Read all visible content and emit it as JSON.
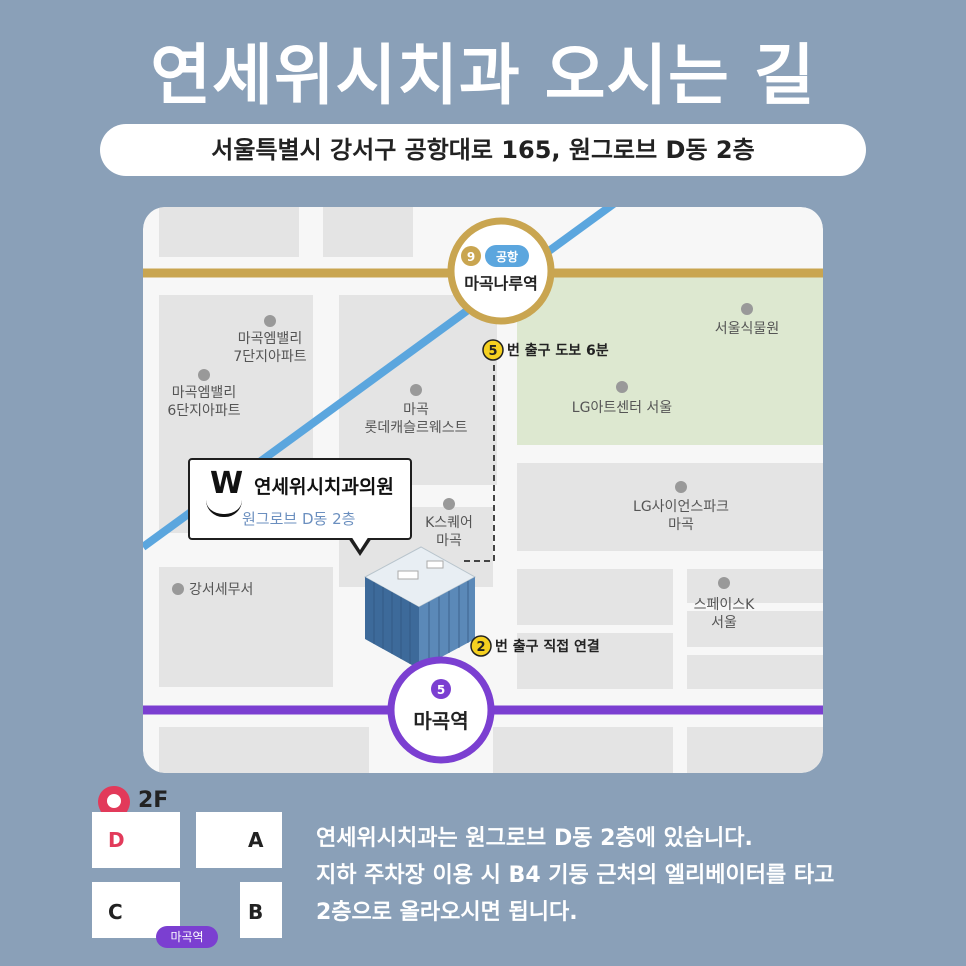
{
  "title": "연세위시치과 오시는 길",
  "address": "서울특별시 강서구 공항대로 165, 원그로브 D동 2층",
  "colors": {
    "background": "#8aa0b8",
    "line9": "#c9a550",
    "line5": "#7b3fd1",
    "airport_line": "#5ba6de",
    "park": "#dde8d0"
  },
  "map": {
    "station_top": {
      "line_number": "9",
      "line_tag": "공항",
      "name": "마곡나루역"
    },
    "station_bottom": {
      "line_number": "5",
      "name": "마곡역"
    },
    "exit5_label": "번 출구 도보 6분",
    "exit5_number": "5",
    "exit2_label": "번 출구 직접 연결",
    "exit2_number": "2",
    "landmarks": [
      {
        "lines": [
          "마곡엠밸리",
          "7단지아파트"
        ]
      },
      {
        "lines": [
          "마곡엠밸리",
          "6단지아파트"
        ]
      },
      {
        "lines": [
          "마곡",
          "롯데캐슬르웨스트"
        ]
      },
      {
        "lines": [
          "서울식물원"
        ]
      },
      {
        "lines": [
          "LG아트센터 서울"
        ]
      },
      {
        "lines": [
          "LG사이언스파크",
          "마곡"
        ]
      },
      {
        "lines": [
          "K스퀘어",
          "마곡"
        ]
      },
      {
        "lines": [
          "강서세무서"
        ]
      },
      {
        "lines": [
          "스페이스K",
          "서울"
        ]
      }
    ],
    "clinic": {
      "logo": "W",
      "name": "연세위시치과의원",
      "sub": "원그로브 D동 2층"
    }
  },
  "floorplan": {
    "floor": "2F",
    "blocks": {
      "d": "D",
      "a": "A",
      "c": "C",
      "b": "B"
    },
    "station": "마곡역",
    "pin_icon": "location-pin-icon"
  },
  "description": [
    "연세위시치과는 원그로브 D동 2층에 있습니다.",
    "지하 주차장 이용 시  B4 기둥 근처의 엘리베이터를 타고",
    "2층으로 올라오시면 됩니다."
  ]
}
